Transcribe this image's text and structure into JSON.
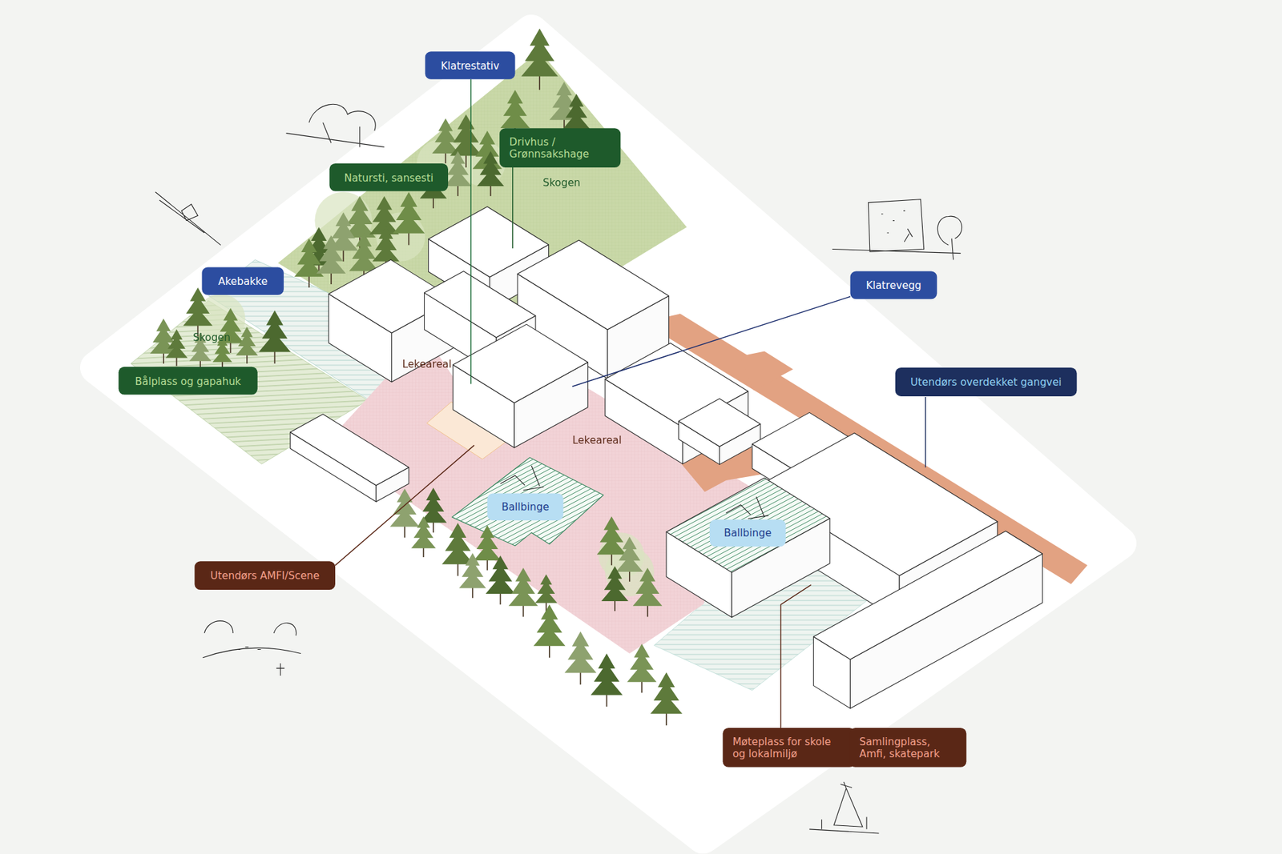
{
  "diagram": {
    "nodes": [
      {
        "text": [
          "Klatrestativ"
        ]
      },
      {
        "text": [
          "Drivhus / Grønnsakshage"
        ]
      },
      {
        "text": [
          "Natursti, sansesti"
        ]
      },
      {
        "text": [
          "Akebakke"
        ]
      },
      {
        "text": [
          "Klatrevegg"
        ]
      },
      {
        "text": [
          "Bålplass og gapahuk"
        ]
      },
      {
        "text": [
          "Utendørs overdekket gangvei"
        ]
      },
      {
        "text": [
          "Ballbinge"
        ]
      },
      {
        "text": [
          "Ballbinge"
        ]
      },
      {
        "text": [
          "Utendørs AMFI/Scene"
        ]
      },
      {
        "text": [
          "Møteplass for skole og lokalmiljø"
        ]
      },
      {
        "text": [
          "Samlingplass, Amfi, skatepark"
        ]
      }
    ],
    "labels": [
      "Skogen",
      "Skogen",
      "Lekeareal",
      "Lekeareal"
    ]
  }
}
